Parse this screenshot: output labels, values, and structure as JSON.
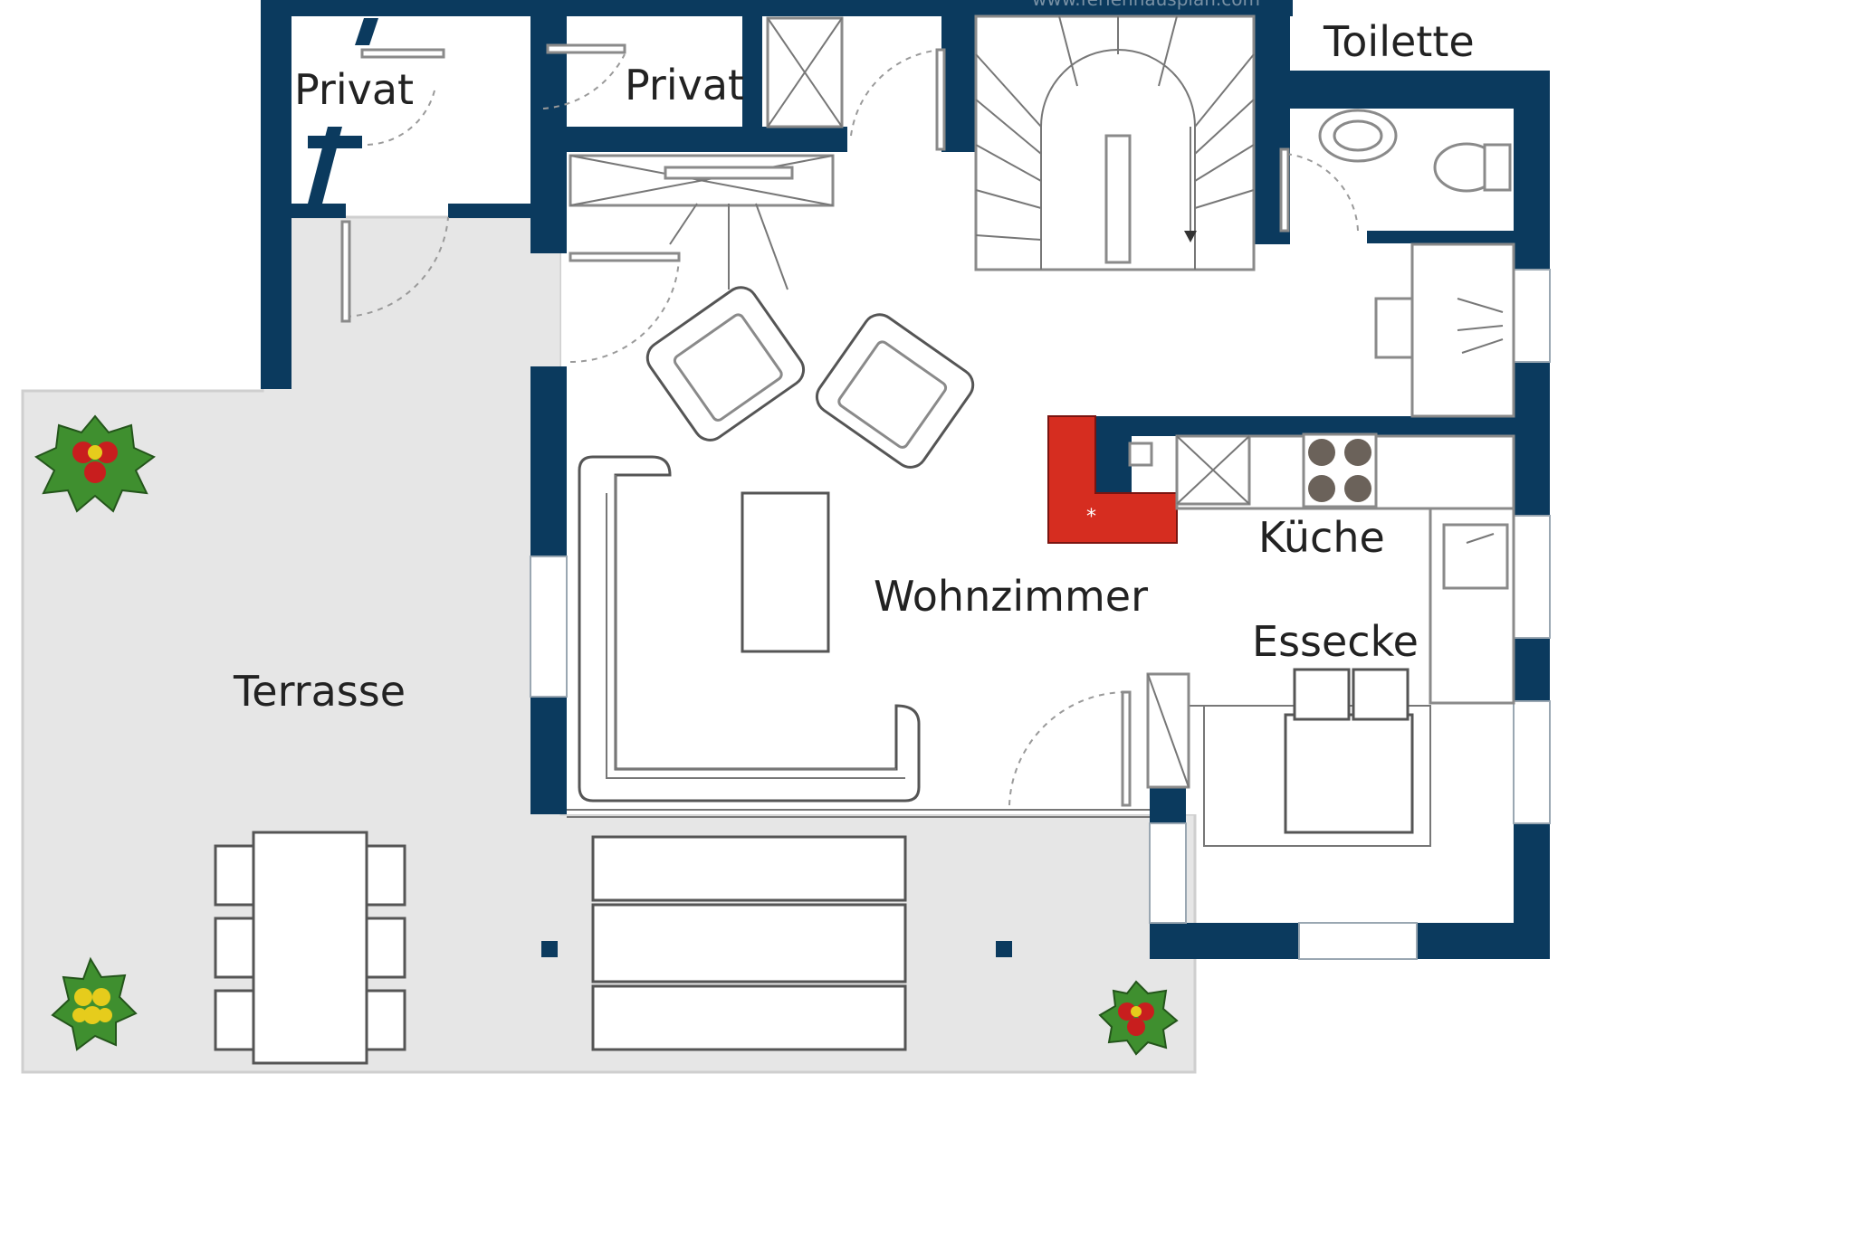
{
  "plan": {
    "header_text": "www.ferienhausplan.com",
    "rooms": {
      "privat_left": "Privat",
      "privat_right": "Privat",
      "toilette": "Toilette",
      "terrasse": "Terrasse",
      "wohnzimmer": "Wohnzimmer",
      "kueche": "Küche",
      "essecke": "Essecke"
    },
    "colors": {
      "wall": "#0b3a5e",
      "terrace": "#e6e6e6",
      "fireplace": "#d62d20",
      "plant_green": "#3f8f2f",
      "flower_red": "#c81e1e",
      "flower_yellow": "#e6cc1c"
    }
  }
}
